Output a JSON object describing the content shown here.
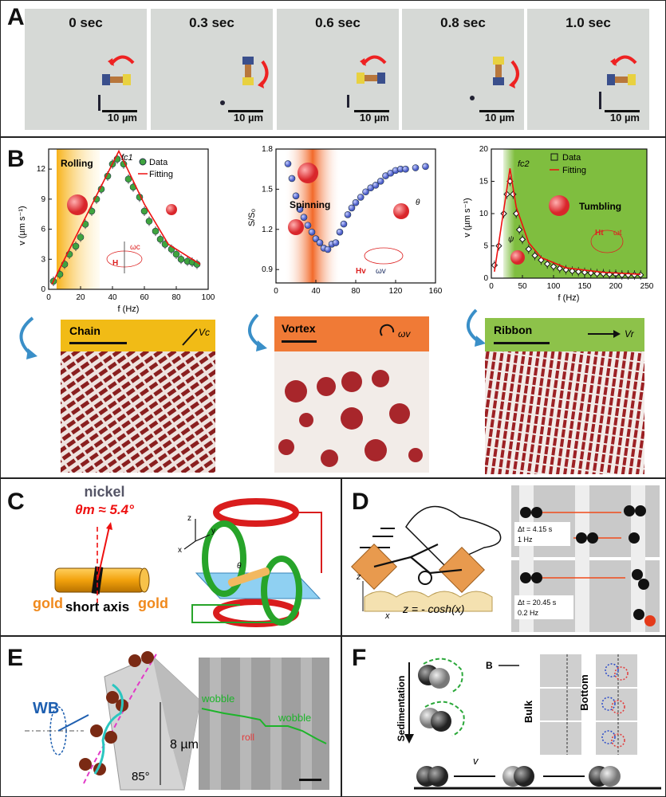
{
  "panelA": {
    "label": "A",
    "frames": [
      {
        "time": "0 sec",
        "scale": "10 µm"
      },
      {
        "time": "0.3 sec",
        "scale": "10 µm"
      },
      {
        "time": "0.6 sec",
        "scale": "10 µm"
      },
      {
        "time": "0.8 sec",
        "scale": "10 µm"
      },
      {
        "time": "1.0 sec",
        "scale": "10 µm"
      }
    ]
  },
  "panelB": {
    "label": "B",
    "plot1": {
      "band": "Rolling",
      "fc": "fc1",
      "xlabel": "f (Hz)",
      "ylabel": "v (µm s⁻¹)",
      "legend_data": "Data",
      "legend_fit": "Fitting",
      "field": "H",
      "omega": "ωc"
    },
    "plot2": {
      "band": "Spinning",
      "ylabel": "S/S₀",
      "field": "Hv",
      "omega": "ωv",
      "theta": "θ"
    },
    "plot3": {
      "band": "Tumbling",
      "fc": "fc2",
      "xlabel": "f (Hz)",
      "ylabel": "v (µm s⁻¹)",
      "legend_data": "Data",
      "legend_fit": "Fitting",
      "field": "Ht",
      "omega": "ωt",
      "psi": "ψ"
    },
    "bars": [
      {
        "label": "Chain",
        "symbol": "Vc"
      },
      {
        "label": "Vortex",
        "symbol": "ωv"
      },
      {
        "label": "Ribbon",
        "symbol": "Vr"
      }
    ]
  },
  "panelC": {
    "label": "C",
    "material": "nickel",
    "angle": "θm ≈ 5.4°",
    "left": "gold",
    "right": "gold",
    "axis": "short axis",
    "coil_axes": [
      "z",
      "y",
      "x"
    ],
    "theta": "θ"
  },
  "panelD": {
    "label": "D",
    "equation": "z = - cosh(x)",
    "axis_z": "z",
    "axis_x": "x",
    "frame1": {
      "dt": "Δt = 4.15 s",
      "freq": "1 Hz"
    },
    "frame2": {
      "dt": "Δt = 20.45 s",
      "freq": "0.2 Hz"
    }
  },
  "panelE": {
    "label": "E",
    "field": "WB",
    "height": "8 µm",
    "angle": "85°",
    "wobble1": "wobble",
    "roll": "roll",
    "wobble2": "wobble"
  },
  "panelF": {
    "label": "F",
    "field": "B",
    "sedimentation": "Sedimentation",
    "bulk": "Bulk",
    "bottom": "Bottom",
    "velocity": "v"
  },
  "chart_data": [
    {
      "type": "scatter",
      "title": "",
      "xlabel": "f (Hz)",
      "ylabel": "v (µm s⁻¹)",
      "xlim": [
        0,
        100
      ],
      "ylim": [
        0,
        14
      ],
      "xticks": [
        0,
        20,
        40,
        60,
        80,
        100
      ],
      "yticks": [
        0,
        3,
        6,
        9,
        12
      ],
      "series": [
        {
          "name": "Data",
          "x": [
            3,
            7,
            10,
            13,
            17,
            20,
            23,
            27,
            30,
            33,
            37,
            40,
            43,
            47,
            50,
            53,
            57,
            60,
            63,
            67,
            70,
            73,
            77,
            80,
            83,
            87,
            90,
            93
          ],
          "y": [
            0.8,
            1.5,
            2.5,
            3.5,
            4.3,
            5.2,
            6.5,
            7.8,
            9,
            10,
            11.3,
            12.5,
            13,
            12.5,
            11,
            10.2,
            9.2,
            7.8,
            6.8,
            5.8,
            5,
            4.5,
            4,
            3.5,
            3,
            2.8,
            2.7,
            2.5
          ]
        },
        {
          "name": "Fitting",
          "x": [
            2,
            44,
            60,
            75,
            95
          ],
          "y": [
            0.5,
            13.8,
            8.5,
            4.5,
            2.5
          ]
        }
      ]
    },
    {
      "type": "scatter",
      "title": "",
      "xlabel": "",
      "ylabel": "S/S₀",
      "xlim": [
        0,
        160
      ],
      "ylim": [
        0.8,
        1.8
      ],
      "xticks": [
        0,
        40,
        80,
        120,
        160
      ],
      "yticks": [
        0.9,
        1.2,
        1.5,
        1.8
      ],
      "series": [
        {
          "name": "",
          "x": [
            12,
            16,
            20,
            24,
            28,
            32,
            36,
            40,
            44,
            48,
            52,
            56,
            60,
            64,
            68,
            72,
            76,
            80,
            85,
            90,
            95,
            100,
            105,
            110,
            115,
            120,
            125,
            130,
            140,
            150
          ],
          "y": [
            1.69,
            1.58,
            1.45,
            1.35,
            1.29,
            1.23,
            1.18,
            1.13,
            1.1,
            1.06,
            1.05,
            1.09,
            1.1,
            1.18,
            1.24,
            1.31,
            1.36,
            1.4,
            1.44,
            1.48,
            1.51,
            1.53,
            1.56,
            1.6,
            1.62,
            1.64,
            1.65,
            1.65,
            1.66,
            1.67
          ]
        }
      ]
    },
    {
      "type": "scatter",
      "title": "",
      "xlabel": "f (Hz)",
      "ylabel": "v (µm s⁻¹)",
      "xlim": [
        0,
        250
      ],
      "ylim": [
        0,
        20
      ],
      "xticks": [
        0,
        50,
        100,
        150,
        200,
        250
      ],
      "yticks": [
        0,
        5,
        10,
        15,
        20
      ],
      "series": [
        {
          "name": "Data",
          "x": [
            5,
            12,
            20,
            25,
            30,
            35,
            40,
            45,
            50,
            60,
            70,
            80,
            90,
            100,
            110,
            120,
            130,
            140,
            150,
            160,
            170,
            180,
            190,
            200,
            210,
            220,
            230,
            240
          ],
          "y": [
            2,
            5,
            10,
            13,
            15,
            13,
            10,
            7.5,
            6,
            4.5,
            3.5,
            2.8,
            2.2,
            1.8,
            1.5,
            1.3,
            1.1,
            1,
            0.9,
            0.8,
            0.7,
            0.7,
            0.6,
            0.6,
            0.5,
            0.5,
            0.5,
            0.5
          ]
        },
        {
          "name": "Fitting",
          "x": [
            5,
            30,
            40,
            60,
            80,
            120,
            180,
            240
          ],
          "y": [
            1,
            17,
            11,
            5.5,
            3.2,
            1.6,
            0.9,
            0.6
          ]
        }
      ]
    }
  ]
}
